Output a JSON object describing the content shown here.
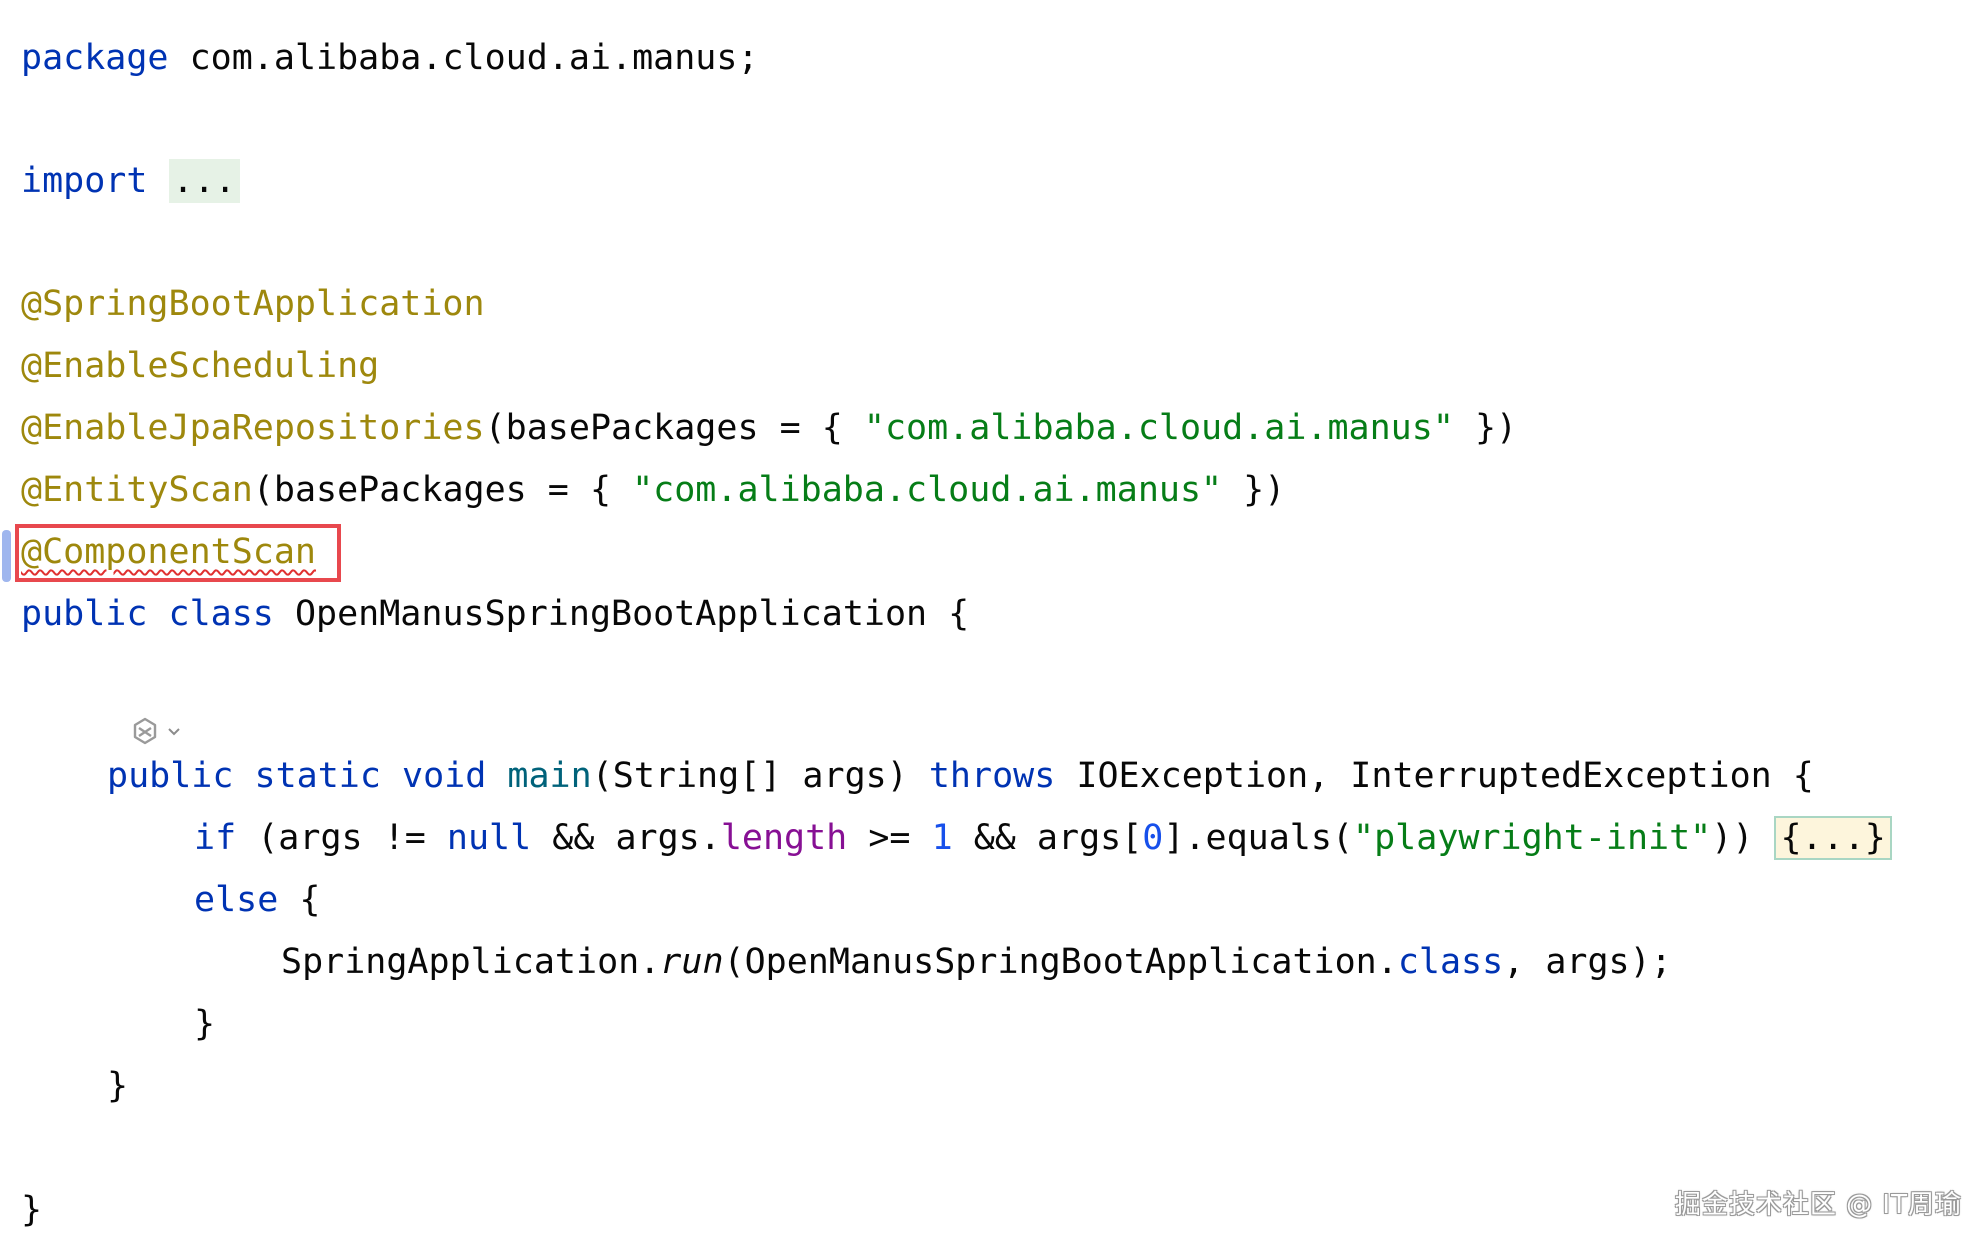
{
  "code": {
    "l1": {
      "kw": "package",
      "rest": " com.alibaba.cloud.ai.manus;"
    },
    "l2": {
      "kw": "import",
      "fold": "..."
    },
    "l3": {
      "ann": "@SpringBootApplication"
    },
    "l4": {
      "ann": "@EnableScheduling"
    },
    "l5": {
      "ann": "@EnableJpaRepositories",
      "a": "(basePackages = { ",
      "str": "\"com.alibaba.cloud.ai.manus\"",
      "b": " })"
    },
    "l6": {
      "ann": "@EntityScan",
      "a": "(basePackages = { ",
      "str": "\"com.alibaba.cloud.ai.manus\"",
      "b": " })"
    },
    "l7": {
      "ann": "@ComponentScan"
    },
    "l8": {
      "kw1": "public",
      "kw2": "class",
      "rest": " OpenManusSpringBootApplication {"
    },
    "l9": {
      "kw1": "public",
      "kw2": "static",
      "kw3": "void",
      "fn": "main",
      "a": "(String[] args) ",
      "kw4": "throws",
      "b": " IOException, InterruptedException {"
    },
    "l10": {
      "kw1": "if",
      "a": " (args != ",
      "kw2": "null",
      "b": " && args.",
      "fld": "length",
      "c": " >= ",
      "num1": "1",
      "d": " && args[",
      "num2": "0",
      "e": "].equals(",
      "str": "\"playwright-init\"",
      "f": ")) ",
      "fold": "{...}"
    },
    "l11": {
      "kw": "else",
      "rest": " {"
    },
    "l12": {
      "a": "SpringApplication.",
      "run": "run",
      "b": "(OpenManusSpringBootApplication.",
      "kw": "class",
      "c": ", args);"
    },
    "l13": {
      "text": "}"
    },
    "l14": {
      "text": "}"
    },
    "l15": {
      "text": "}"
    }
  },
  "icons": {
    "inlay": "ai-assistant-icon",
    "dropdown": "chevron-down-icon"
  },
  "colors": {
    "keyword": "#0033b3",
    "annotation": "#9e880d",
    "string": "#067d17",
    "number": "#1750eb",
    "field": "#871094",
    "highlight_box": "#e8484e"
  },
  "watermark": "掘金技术社区 @ IT周瑜"
}
